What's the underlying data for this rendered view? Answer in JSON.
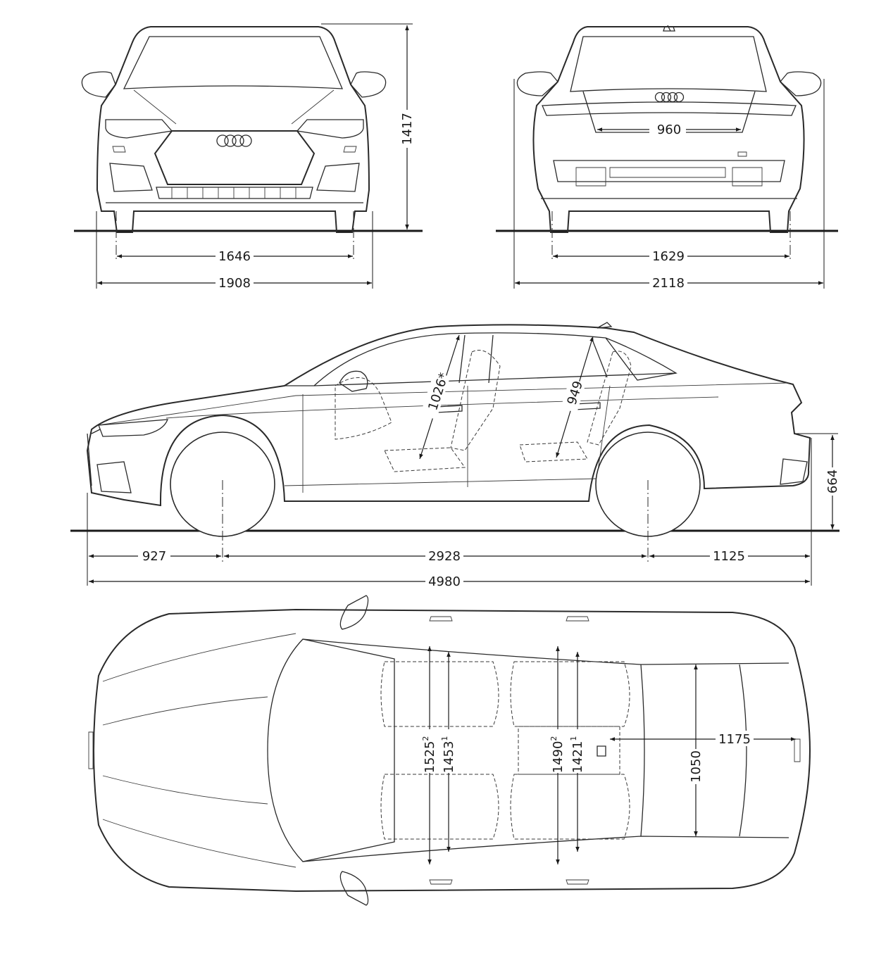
{
  "front_view": {
    "height_label": "1417",
    "track_label": "1646",
    "width_label": "1908"
  },
  "rear_view": {
    "trunk_opening_label": "960",
    "track_label": "1629",
    "width_mirrors_label": "2118"
  },
  "side_view": {
    "headroom_front_label": "1026*",
    "headroom_rear_label": "949",
    "load_sill_label": "664",
    "front_overhang_label": "927",
    "wheelbase_label": "2928",
    "rear_overhang_label": "1125",
    "length_label": "4980"
  },
  "top_view": {
    "shoulder_front": "1525",
    "shoulder_front_sup": "2",
    "elbow_front": "1453",
    "elbow_front_sup": "1",
    "shoulder_rear": "1490",
    "elbow_rear": "1421",
    "trunk_width_label": "1050",
    "trunk_length_label": "1175"
  }
}
